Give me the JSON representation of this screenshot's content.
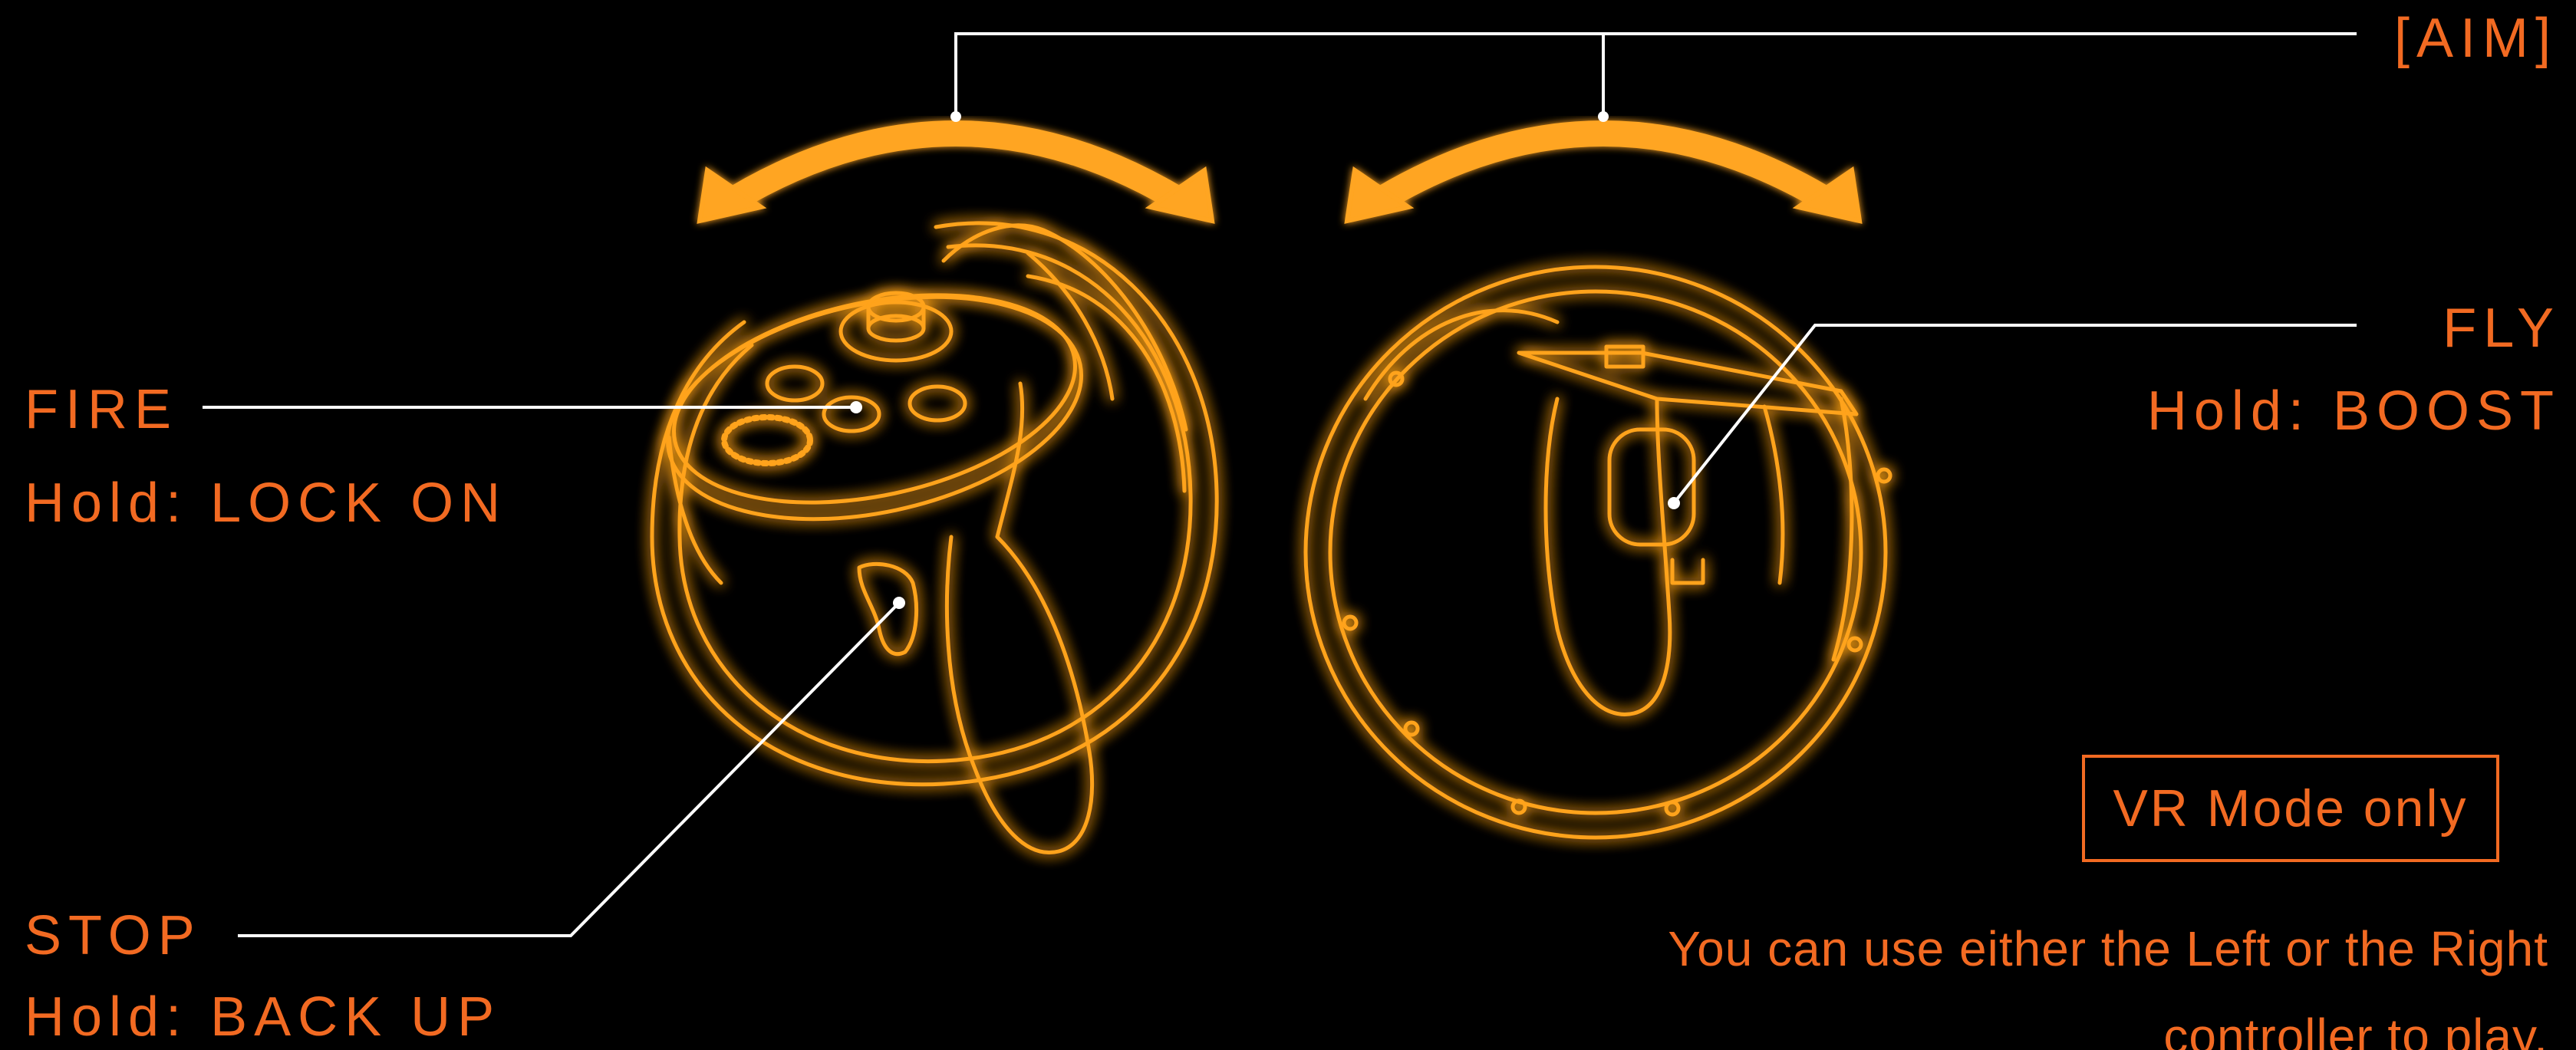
{
  "aim": {
    "label": "[AIM]"
  },
  "fire": {
    "label": "FIRE",
    "hold": "Hold: LOCK ON"
  },
  "stop": {
    "label": "STOP",
    "hold": "Hold: BACK UP"
  },
  "fly": {
    "label": "FLY",
    "hold": "Hold: BOOST"
  },
  "badge": {
    "label": "VR Mode only"
  },
  "note": {
    "text": "You can use either the Left or the Right controller to play."
  },
  "colors": {
    "background": "#000000",
    "text": "#f26a22",
    "controller_glow": "#ffa31a",
    "arrow": "#ffa520",
    "leader_line": "#ffffff"
  },
  "icons": [
    "left-controller-icon",
    "right-controller-icon",
    "aim-arrow-icon"
  ]
}
